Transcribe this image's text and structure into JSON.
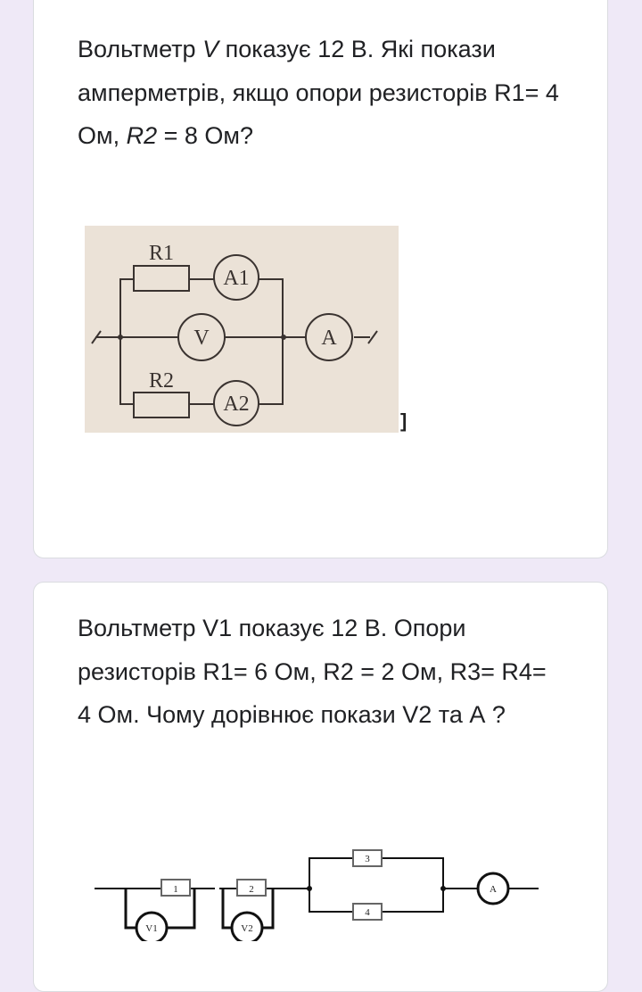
{
  "questions": [
    {
      "text_parts": [
        "Вольтметр ",
        "V",
        " показує 12 В. Які покази амперметрів, якщо опори резисторів R1= 4 Ом, ",
        "R2",
        " = 8 Ом?"
      ],
      "figure": {
        "labels": {
          "r1": "R1",
          "r2": "R2",
          "a1": "A1",
          "a2": "A2",
          "v": "V",
          "a": "A"
        }
      },
      "trailing_mark": "]"
    },
    {
      "text": "Вольтметр  V1 показує 12 В. Опори резисторів  R1= 6 Ом, R2 = 2 Ом, R3= R4= 4 Ом. Чому дорівнює покази  V2 та А ?",
      "figure": {
        "labels": {
          "r1": "1",
          "r2": "2",
          "r3": "3",
          "r4": "4",
          "v1": "V1",
          "v2": "V2",
          "a": "A"
        }
      }
    }
  ]
}
